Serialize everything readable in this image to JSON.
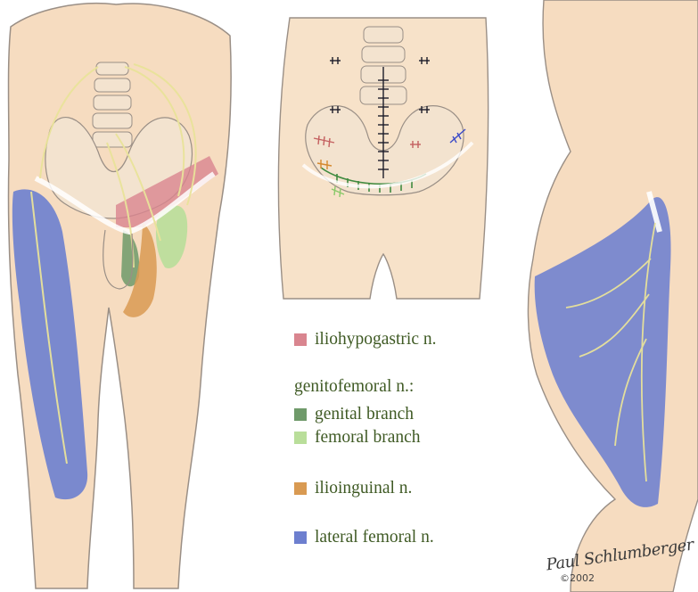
{
  "legend": {
    "items": [
      {
        "label": "iliohypogastric n.",
        "color": "#d9858f"
      },
      {
        "label": "genital branch",
        "color": "#6f9a6a"
      },
      {
        "label": "femoral branch",
        "color": "#b9de9a"
      },
      {
        "label": "ilioinguinal n.",
        "color": "#d99a52"
      },
      {
        "label": "lateral femoral n.",
        "color": "#6d7fcf"
      }
    ],
    "group_heading": "genitofemoral n.:"
  },
  "signature": {
    "name": "Paul Schlumberger",
    "year": "©2002"
  },
  "colors": {
    "skin": "#f6dcc0",
    "outline": "#9a8f86",
    "nerve": "#e9e39a",
    "suture_black": "#1d1d2a"
  }
}
